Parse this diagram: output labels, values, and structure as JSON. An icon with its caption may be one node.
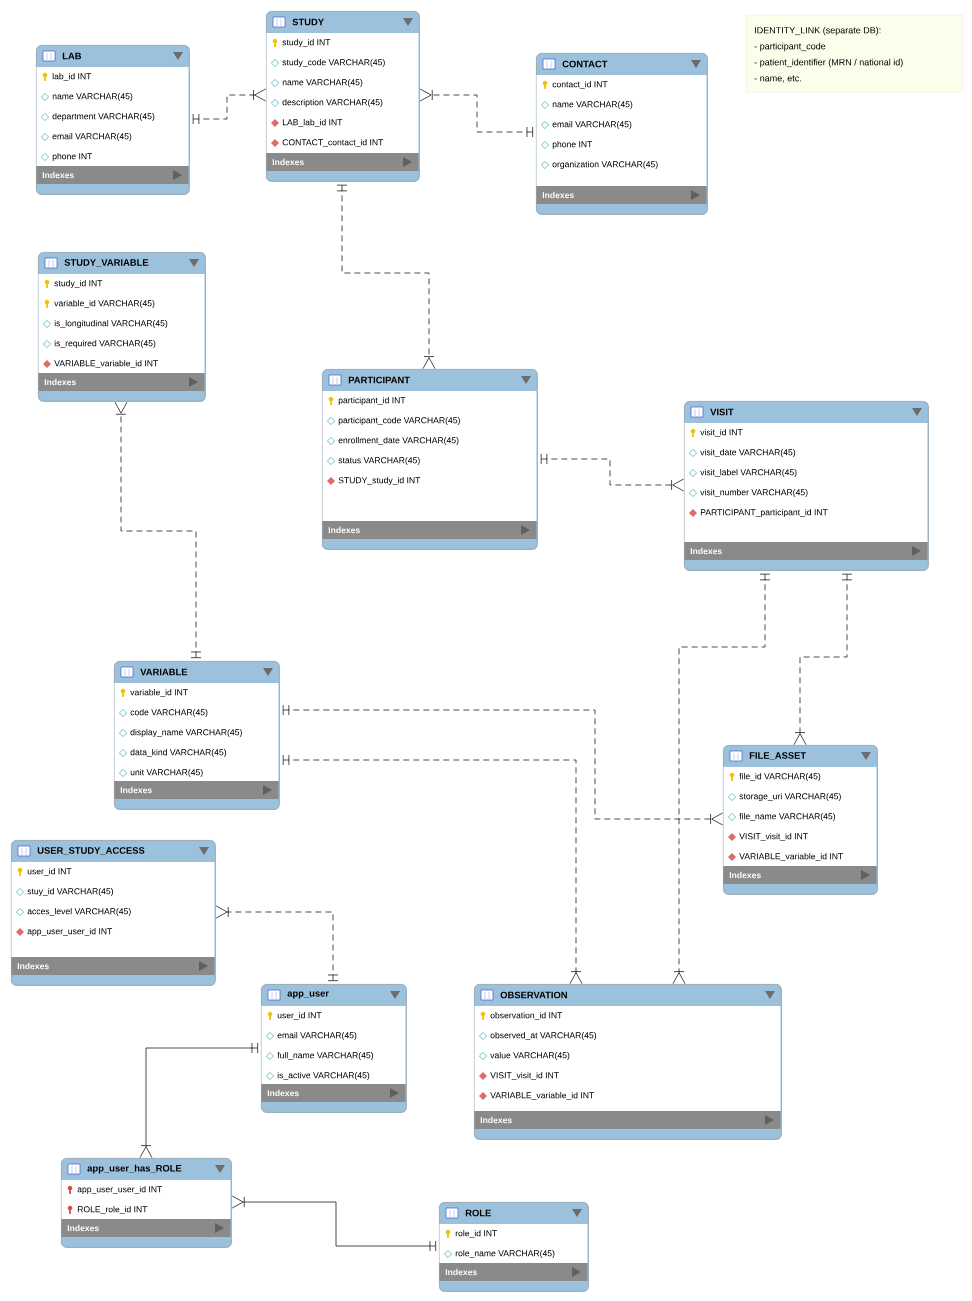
{
  "diagram": {
    "nodes": [
      {
        "text": [
          "LAB",
          "lab_id INT",
          "name VARCHAR(45)",
          "department VARCHAR(45)",
          "email VARCHAR(45)",
          "phone INT",
          "Indexes"
        ]
      },
      {
        "text": [
          "STUDY",
          "study_id INT",
          "study_code VARCHAR(45)",
          "name VARCHAR(45)",
          "description VARCHAR(45)",
          "LAB_lab_id INT",
          "CONTACT_contact_id INT",
          "Indexes"
        ]
      },
      {
        "text": [
          "CONTACT",
          "contact_id INT",
          "name VARCHAR(45)",
          "email VARCHAR(45)",
          "phone INT",
          "organization VARCHAR(45)",
          "Indexes"
        ]
      },
      {
        "text": [
          "IDENTITY_LINK (separate DB):",
          "- participant_code",
          "- patient_identifier (MRN / national id)",
          "- name, etc."
        ]
      },
      {
        "text": [
          "STUDY_VARIABLE",
          "study_id INT",
          "variable_id VARCHAR(45)",
          "is_longitudinal VARCHAR(45)",
          "is_required VARCHAR(45)",
          "VARIABLE_variable_id INT",
          "Indexes"
        ]
      },
      {
        "text": [
          "PARTICIPANT",
          "participant_id INT",
          "participant_code VARCHAR(45)",
          "enrollment_date VARCHAR(45)",
          "status VARCHAR(45)",
          "STUDY_study_id INT",
          "Indexes"
        ]
      },
      {
        "text": [
          "VISIT",
          "visit_id INT",
          "visit_date VARCHAR(45)",
          "visit_label VARCHAR(45)",
          "visit_number VARCHAR(45)",
          "PARTICIPANT_participant_id INT",
          "Indexes"
        ]
      },
      {
        "text": [
          "VARIABLE",
          "variable_id INT",
          "code VARCHAR(45)",
          "display_name VARCHAR(45)",
          "data_kind VARCHAR(45)",
          "unit VARCHAR(45)",
          "Indexes"
        ]
      },
      {
        "text": [
          "FILE_ASSET",
          "file_id VARCHAR(45)",
          "storage_uri VARCHAR(45)",
          "file_name VARCHAR(45)",
          "VISIT_visit_id INT",
          "VARIABLE_variable_id INT",
          "Indexes"
        ]
      },
      {
        "text": [
          "USER_STUDY_ACCESS",
          "user_id INT",
          "stuy_id VARCHAR(45)",
          "acces_level VARCHAR(45)",
          "app_user_user_id INT",
          "Indexes"
        ]
      },
      {
        "text": [
          "app_user",
          "user_id INT",
          "email VARCHAR(45)",
          "full_name VARCHAR(45)",
          "is_active VARCHAR(45)",
          "Indexes"
        ]
      },
      {
        "text": [
          "OBSERVATION",
          "observation_id INT",
          "observed_at VARCHAR(45)",
          "value VARCHAR(45)",
          "VISIT_visit_id INT",
          "VARIABLE_variable_id INT",
          "Indexes"
        ]
      },
      {
        "text": [
          "app_user_has_ROLE",
          "app_user_user_id INT",
          "ROLE_role_id INT",
          "Indexes"
        ]
      },
      {
        "text": [
          "ROLE",
          "role_id INT",
          "role_name VARCHAR(45)",
          "Indexes"
        ]
      }
    ],
    "edges": [
      {
        "from": 0,
        "to": 1,
        "arrow": "other",
        "style": "dashed"
      },
      {
        "from": 2,
        "to": 1,
        "arrow": "other",
        "style": "dashed"
      },
      {
        "from": 1,
        "to": 5,
        "arrow": "other",
        "style": "dashed"
      },
      {
        "from": 7,
        "to": 4,
        "arrow": "other",
        "style": "dashed"
      },
      {
        "from": 5,
        "to": 6,
        "arrow": "other",
        "style": "dashed"
      },
      {
        "from": 6,
        "to": 11,
        "arrow": "other",
        "style": "dashed"
      },
      {
        "from": 6,
        "to": 8,
        "arrow": "other",
        "style": "dashed"
      },
      {
        "from": 7,
        "to": 8,
        "arrow": "other",
        "style": "dashed"
      },
      {
        "from": 7,
        "to": 11,
        "arrow": "other",
        "style": "dashed"
      },
      {
        "from": 10,
        "to": 9,
        "arrow": "other",
        "style": "dashed"
      },
      {
        "from": 10,
        "to": 12,
        "arrow": "other"
      },
      {
        "from": 13,
        "to": 12,
        "arrow": "other"
      }
    ]
  }
}
